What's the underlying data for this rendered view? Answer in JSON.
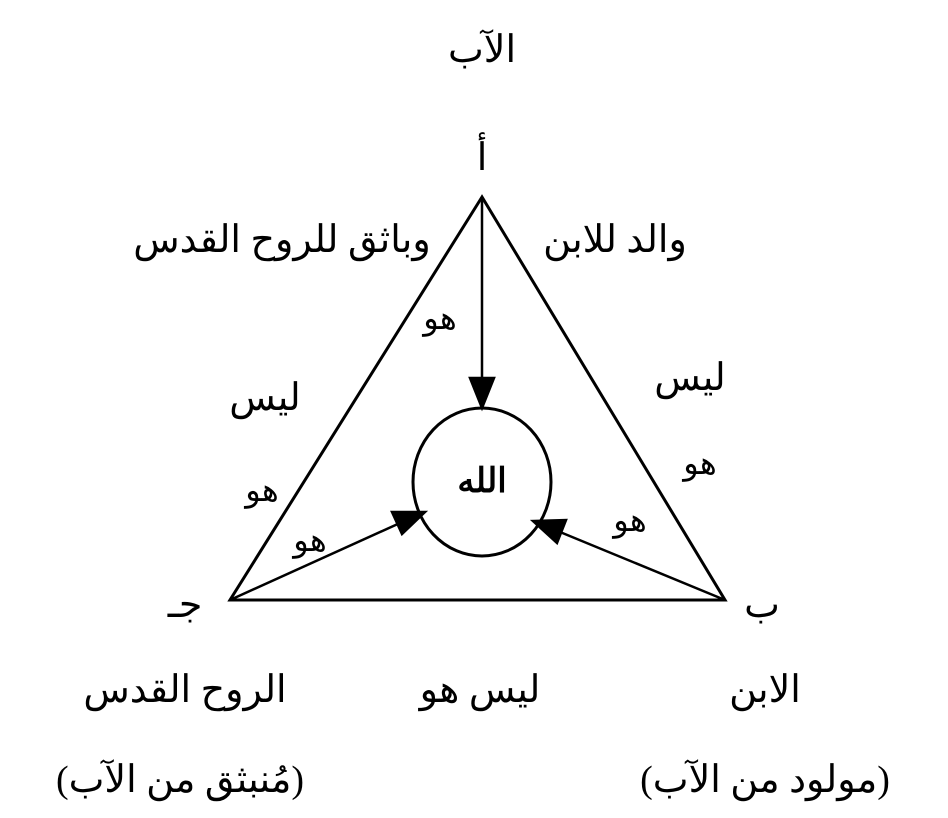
{
  "vertices": {
    "a": {
      "letter": "أ",
      "name": "الآب"
    },
    "b": {
      "letter": "ب",
      "name": "الابن",
      "note": "(مولود من الآب)"
    },
    "c": {
      "letter": "جـ",
      "name": "الروح القدس",
      "note": "(مُنبثق من الآب)"
    }
  },
  "center": "الله",
  "edges": {
    "a_right": "والد للابن",
    "a_left": "وباثق للروح القدس",
    "right_not": "ليس",
    "right_is": "هو",
    "left_not": "ليس",
    "left_is": "هو",
    "bottom": "ليس هو"
  },
  "arrows": {
    "from_a": "هو",
    "from_b": "هو",
    "from_c": "هو"
  },
  "colors": {
    "ink": "#000000",
    "background": "#ffffff"
  }
}
